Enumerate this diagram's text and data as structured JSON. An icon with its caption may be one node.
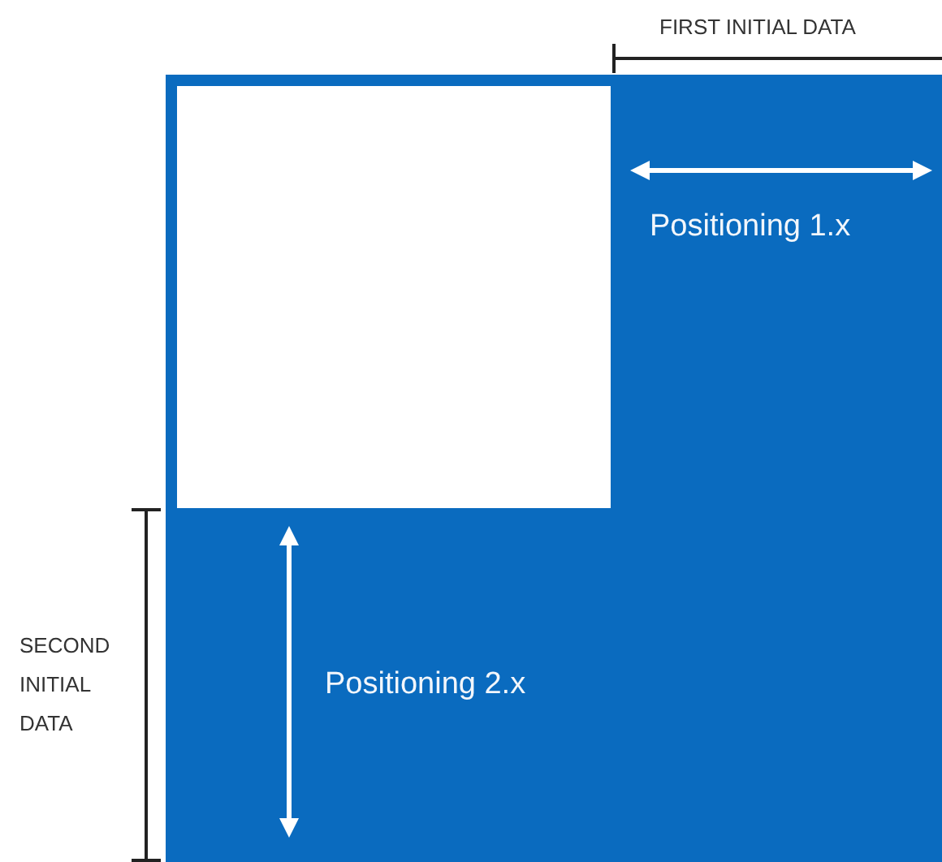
{
  "diagram": {
    "nodes": [
      {
        "text": [
          "Positioning 1.x",
          "Positioning 2.x"
        ]
      },
      {
        "text": [],
        "shape": "box",
        "in": 0
      }
    ],
    "labels": [
      "FIRST INITIAL DATA",
      "SECOND INITIAL DATA"
    ]
  }
}
